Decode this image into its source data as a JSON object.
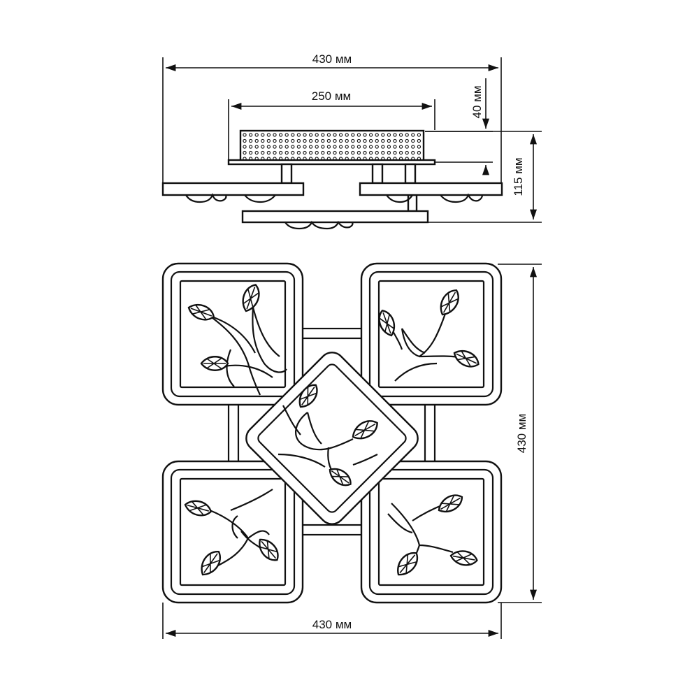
{
  "side_view": {
    "overall_width_label": "430 мм",
    "body_width_label": "250 мм",
    "body_height_label": "40 мм",
    "total_height_label": "115 мм"
  },
  "top_view": {
    "height_label": "430 мм",
    "width_label": "430 мм"
  },
  "colors": {
    "line": "#111111",
    "background": "#ffffff"
  }
}
